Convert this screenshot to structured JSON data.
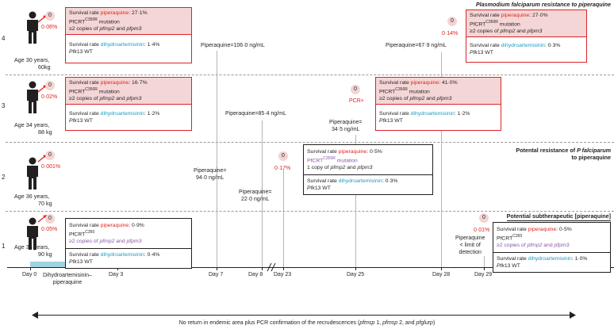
{
  "lanes": [
    {
      "num": "4",
      "age": "Age 30 years,",
      "weight": "60kg",
      "circle": "0",
      "pct": "0·06%",
      "box": {
        "l1a": "Survival rate ",
        "l1b": "piperaquine",
        "l1c": ": 27·1%",
        "l2a": "PfCRT",
        "l2sup": "C350R",
        "l2b": " mutation",
        "l3a": "≥2 copies of ",
        "l3b": "pfmp2",
        "l3c": " and ",
        "l3d": "pfpm3",
        "b1a": "Survival rate ",
        "b1b": "dihydroartemisinin",
        "b1c": ": 1·4%",
        "b2a": "Pfk",
        "b2b": "13 WT"
      }
    },
    {
      "num": "3",
      "age": "Age 34 years,",
      "weight": "88 kg",
      "circle": "0",
      "pct": "0·02%",
      "box": {
        "l1a": "Survival rate ",
        "l1b": "piperaquine",
        "l1c": ": 16·7%",
        "l2a": "PfCRT",
        "l2sup": "C350R",
        "l2b": " mutation",
        "l3a": "≥2 copies of ",
        "l3b": "pfmp2",
        "l3c": " and ",
        "l3d": "pfpm3",
        "b1a": "Survival rate ",
        "b1b": "dihydroartemisinin",
        "b1c": ": 1·2%",
        "b2a": "Pfk",
        "b2b": "13 WT"
      }
    },
    {
      "num": "2",
      "age": "Age 36 years,",
      "weight": "70 kg",
      "circle": "0",
      "pct": "0·001%"
    },
    {
      "num": "1",
      "age": "Age 33 years,",
      "weight": "90 kg",
      "circle": "0",
      "pct": "0·05%",
      "box": {
        "l1a": "Survival rate ",
        "l1b": "piperaquine",
        "l1c": ": 0·9%",
        "l2a": "PfCRT",
        "l2sup": "C350",
        "l3a": "≥2 copies of ",
        "l3b": "pfmp2",
        "l3c": " and ",
        "l3d": "pfpm3",
        "b1a": "Survival rate ",
        "b1b": "dihydroartemisinin",
        "b1c": ": 0·4%",
        "b2a": "Pfk",
        "b2b": "13 WT"
      }
    }
  ],
  "recurrence": {
    "r4": {
      "circle": "0",
      "pct": "0·14%",
      "l1a": "Survival rate ",
      "l1b": "piperaquine",
      "l1c": ": 27·0%",
      "l2a": "PfCRT",
      "l2sup": "C350R",
      "l2b": " mutation",
      "l3a": "≥2 copies of ",
      "l3b": "pfmp2",
      "l3c": " and ",
      "l3d": "pfpm3",
      "b1a": "Survival rate ",
      "b1b": "dihydroartemisinin",
      "b1c": ": 0·3%",
      "b2a": "Pfk",
      "b2b": "13 WT"
    },
    "r3": {
      "circle": "0",
      "pct": "PCR+",
      "l1a": "Survival rate ",
      "l1b": "piperaquine",
      "l1c": ": 41·0%",
      "l2a": "PfCRT",
      "l2sup": "C350R",
      "l2b": " mutation",
      "l3a": "≥2 copies of ",
      "l3b": "pfmp2",
      "l3c": " and ",
      "l3d": "pfpm3",
      "b1a": "Survival rate ",
      "b1b": "dihydroartemisinin",
      "b1c": ": 1·2%",
      "b2a": "Pfk",
      "b2b": "13 WT"
    },
    "r2": {
      "circle": "0",
      "pct": "0·17%",
      "l1a": "Survival rate ",
      "l1b": "piperaquine",
      "l1c": ": 0·5%",
      "l2a": "PfCRT",
      "l2sup": "C350R",
      "l2b": " mutation",
      "l3a": "1 copy of ",
      "l3b": "pfmp2",
      "l3c": " and ",
      "l3d": "pfpm3",
      "b1a": "Survival rate ",
      "b1b": "dihydroartemisinin",
      "b1c": ": 0·3%",
      "b2a": "Pfk",
      "b2b": "13 WT"
    },
    "r1": {
      "circle": "0",
      "pct": "0·01%",
      "l1a": "Survival rate ",
      "l1b": "piperaquine",
      "l1c": ": 0·5%",
      "l2a": "PfCRT",
      "l2sup": "C350",
      "l3a": "≥2 copies of ",
      "l3b": "pfmp2",
      "l3c": " and ",
      "l3d": "pfpm3",
      "b1a": "Survival rate ",
      "b1b": "dihydroartemisinin",
      "b1c": ": 1·0%",
      "b2a": "Pfk",
      "b2b": "13 WT"
    }
  },
  "piperaquine_levels": {
    "p4a": "Piperaquine=106·0 ng/mL",
    "p4b": "Piperaquine=67·9 ng/mL",
    "p3a": "Piperaquine=85·4 ng/mL",
    "p3b_l1": "Piperaquine=",
    "p3b_l2": "34·5 ng/mL",
    "p2a_l1": "Piperaquine=",
    "p2a_l2": "94·0 ng/mL",
    "p2b_l1": "Piperaquine=",
    "p2b_l2": "22·0 ng/mL",
    "p1_l1": "Piperaquine",
    "p1_l2": "< limit of",
    "p1_l3": "detection"
  },
  "right_labels": {
    "lane4": "Plasmodium falciparum resistance to piperaquine",
    "lane2_l1a": "Potental resistance of ",
    "lane2_l1b": "P falciparum",
    "lane2_l2": "to piperaquine",
    "lane1": "Potential subtherapeutic [piperaquine]"
  },
  "axis": {
    "days": [
      "Day 0",
      "Day 3",
      "Day 7",
      "Day 8",
      "Day 23",
      "Day 25",
      "Day 28",
      "Day 29"
    ],
    "treatment_l1": "Dihydroartemisinin–",
    "treatment_l2": "piperaquine"
  },
  "footnote": {
    "a": "No return in endemic area plus PCR confirmation of the recrudescences (",
    "b": "pfmsp",
    "c": " 1, ",
    "d": "pfmsp",
    "e": " 2, and ",
    "f": "pfglurp",
    "g": ")"
  },
  "colors": {
    "piperaquine": "#e2231a",
    "dihydroartemisinin": "#1a9bbf",
    "copies_highlight": "#8a56a8",
    "resistant_box_fill": "#f4d6d6",
    "resistant_box_border": "#d9252a",
    "treatment_bar": "#9fd3e0"
  },
  "icons": [
    "person-icon",
    "arrow-icon",
    "double-arrow-icon",
    "axis-break-icon"
  ]
}
